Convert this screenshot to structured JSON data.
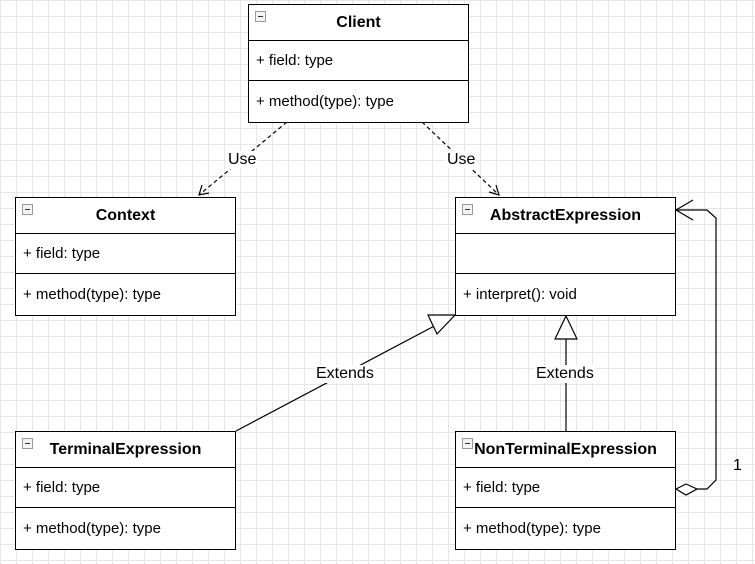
{
  "classes": {
    "client": {
      "name": "Client",
      "attribute": "+ field: type",
      "operation": "+ method(type): type"
    },
    "context": {
      "name": "Context",
      "attribute": "+ field: type",
      "operation": "+ method(type): type"
    },
    "abstract_expression": {
      "name": "AbstractExpression",
      "attribute": "",
      "operation": "+ interpret(): void"
    },
    "terminal_expression": {
      "name": "TerminalExpression",
      "attribute": "+ field: type",
      "operation": "+ method(type): type"
    },
    "nonterminal_expression": {
      "name": "NonTerminalExpression",
      "attribute": "+ field: type",
      "operation": "+ method(type): type"
    }
  },
  "relations": {
    "client_context": "Use",
    "client_abstract": "Use",
    "terminal_extends": "Extends",
    "nonterminal_extends": "Extends",
    "aggregation_multiplicity": "1"
  },
  "colors": {
    "line": "#000000",
    "grid": "#e6e6e6",
    "background": "#ffffff"
  },
  "icons": {
    "collapse": "minus-box-icon"
  }
}
